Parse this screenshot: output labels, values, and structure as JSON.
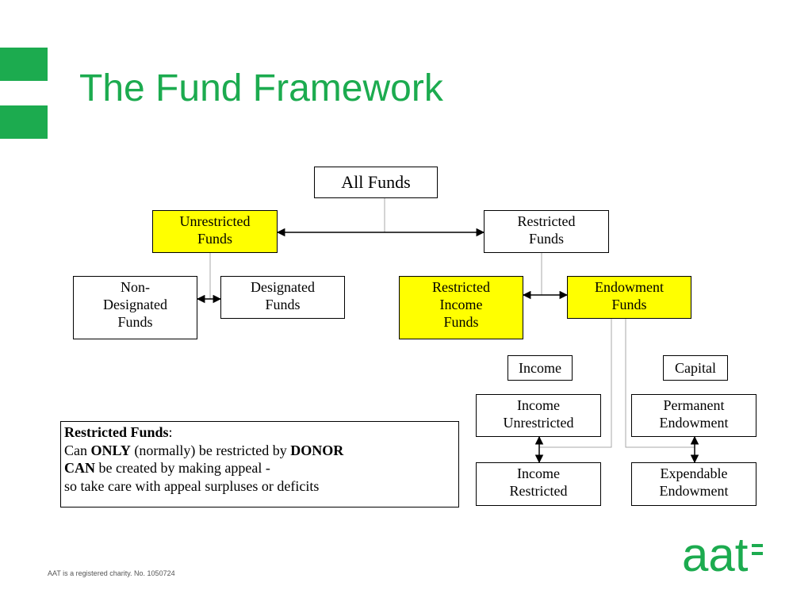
{
  "slide": {
    "title": "The Fund Framework",
    "footer": "AAT is a registered charity. No. 1050724",
    "logo_text": "aat"
  },
  "colors": {
    "brand_green": "#1cab4f",
    "highlight_yellow": "#ffff00"
  },
  "diagram": {
    "all_funds": "All Funds",
    "unrestricted_funds": "Unrestricted\nFunds",
    "restricted_funds": "Restricted\nFunds",
    "non_designated_funds": "Non-\nDesignated\nFunds",
    "designated_funds": "Designated\nFunds",
    "restricted_income_funds": "Restricted\nIncome\nFunds",
    "endowment_funds": "Endowment\nFunds",
    "income_label": "Income",
    "capital_label": "Capital",
    "income_unrestricted": "Income\nUnrestricted",
    "permanent_endowment": "Permanent\nEndowment",
    "income_restricted": "Income\nRestricted",
    "expendable_endowment": "Expendable\nEndowment"
  },
  "note": {
    "heading": "Restricted Funds",
    "heading_colon": ":",
    "line2_a": "Can ",
    "line2_b": "ONLY",
    "line2_c": " (normally) be restricted by ",
    "line2_d": "DONOR",
    "line3_a": "CAN",
    "line3_b": " be created by making appeal -",
    "line4": "so take care with appeal surpluses or deficits"
  }
}
